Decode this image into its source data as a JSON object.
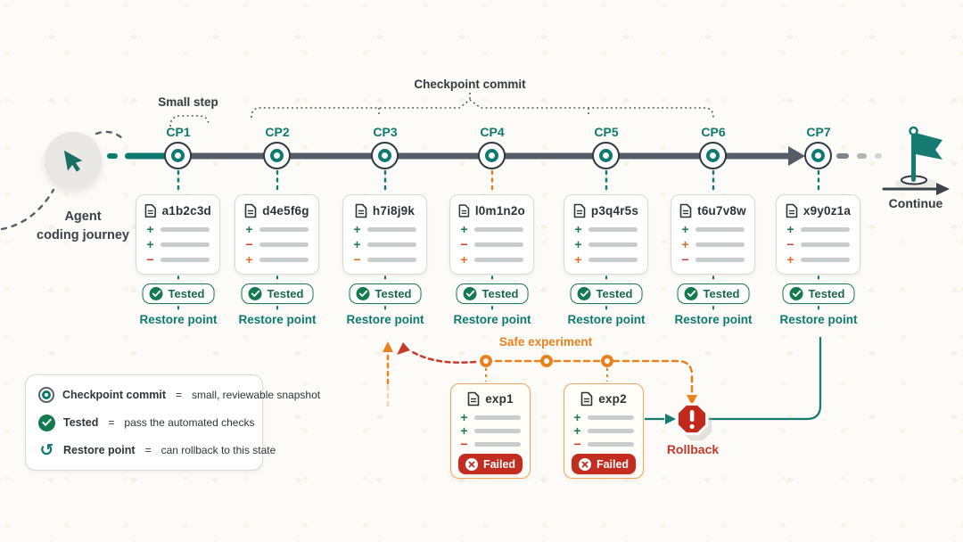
{
  "colors": {
    "teal": "#0d7a6f",
    "timeline_gray": "#565c66",
    "orange": "#e8821e",
    "red": "#c22d20",
    "green": "#15794e",
    "card_border": "#d9d8d2",
    "exp_border": "#f0a45e"
  },
  "header": {
    "small_step": "Small step",
    "checkpoint_commit": "Checkpoint commit"
  },
  "agent": {
    "line1": "Agent",
    "line2": "coding journey"
  },
  "flow": {
    "continue": "Continue",
    "safe_experiment": "Safe experiment",
    "rollback": "Rollback"
  },
  "checkpoints": [
    {
      "id": "CP1",
      "hash": "a1b2c3d",
      "badge": "Tested",
      "restore": "Restore point",
      "diff": [
        {
          "s": "+",
          "c": "green"
        },
        {
          "s": "+",
          "c": "green"
        },
        {
          "s": "−",
          "c": "red"
        }
      ]
    },
    {
      "id": "CP2",
      "hash": "d4e5f6g",
      "badge": "Tested",
      "restore": "Restore point",
      "diff": [
        {
          "s": "+",
          "c": "green"
        },
        {
          "s": "−",
          "c": "red"
        },
        {
          "s": "+",
          "c": "orange"
        }
      ]
    },
    {
      "id": "CP3",
      "hash": "h7i8j9k",
      "badge": "Tested",
      "restore": "Restore point",
      "diff": [
        {
          "s": "+",
          "c": "green"
        },
        {
          "s": "+",
          "c": "green"
        },
        {
          "s": "−",
          "c": "orange"
        }
      ]
    },
    {
      "id": "CP4",
      "hash": "l0m1n2o",
      "badge": "Tested",
      "restore": "Restore point",
      "diff": [
        {
          "s": "+",
          "c": "green"
        },
        {
          "s": "−",
          "c": "red"
        },
        {
          "s": "+",
          "c": "orange"
        }
      ]
    },
    {
      "id": "CP5",
      "hash": "p3q4r5s",
      "badge": "Tested",
      "restore": "Restore point",
      "diff": [
        {
          "s": "+",
          "c": "green"
        },
        {
          "s": "+",
          "c": "green"
        },
        {
          "s": "+",
          "c": "orange"
        }
      ]
    },
    {
      "id": "CP6",
      "hash": "t6u7v8w",
      "badge": "Tested",
      "restore": "Restore point",
      "diff": [
        {
          "s": "+",
          "c": "green"
        },
        {
          "s": "+",
          "c": "orange"
        },
        {
          "s": "−",
          "c": "red"
        }
      ]
    },
    {
      "id": "CP7",
      "hash": "x9y0z1a",
      "badge": "Tested",
      "restore": "Restore point",
      "diff": [
        {
          "s": "+",
          "c": "green"
        },
        {
          "s": "−",
          "c": "red"
        },
        {
          "s": "+",
          "c": "orange"
        }
      ]
    }
  ],
  "experiments": [
    {
      "name": "exp1",
      "badge": "Failed",
      "diff": [
        {
          "s": "+",
          "c": "green"
        },
        {
          "s": "+",
          "c": "green"
        },
        {
          "s": "−",
          "c": "red"
        }
      ]
    },
    {
      "name": "exp2",
      "badge": "Failed",
      "diff": [
        {
          "s": "+",
          "c": "green"
        },
        {
          "s": "+",
          "c": "green"
        },
        {
          "s": "−",
          "c": "red"
        }
      ]
    }
  ],
  "legend": {
    "items": [
      {
        "icon": "checkpoint-node-icon",
        "term": "Checkpoint commit",
        "eq": "=",
        "definition": "small, reviewable snapshot"
      },
      {
        "icon": "check-icon",
        "term": "Tested",
        "eq": "=",
        "definition": "pass the automated checks"
      },
      {
        "icon": "restore-icon",
        "term": "Restore point",
        "eq": "=",
        "definition": "can rollback to this state"
      }
    ]
  },
  "icons": {
    "restore_glyph": "↺"
  }
}
